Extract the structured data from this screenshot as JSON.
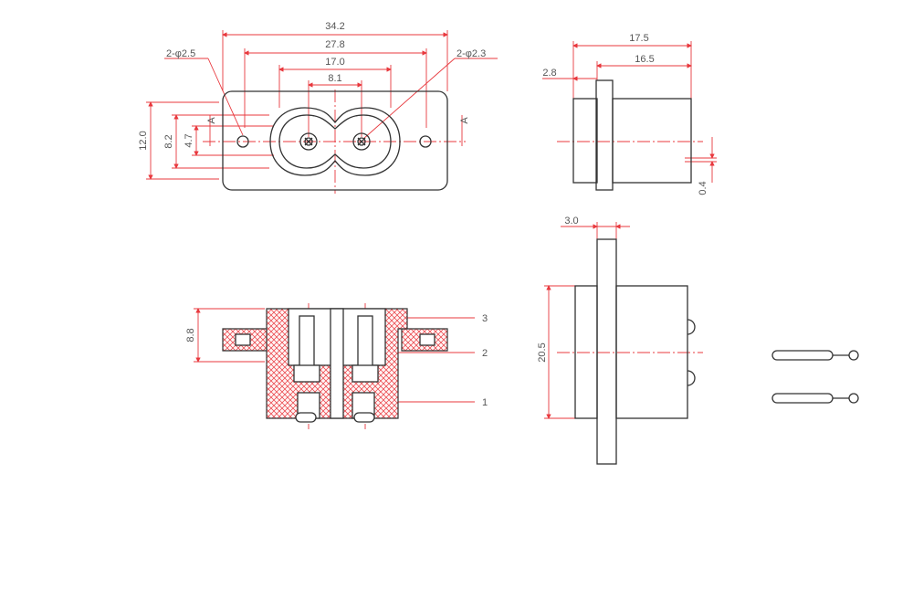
{
  "colors": {
    "outline": "#333333",
    "dimension": "#e8383d",
    "hatch": "#e8383d",
    "text": "#555555"
  },
  "front_view": {
    "dims_top": [
      "34.2",
      "27.8",
      "17.0",
      "8.1"
    ],
    "dims_left": [
      "12.0",
      "8.2",
      "4.7"
    ],
    "hole_left_callout": "2-φ2.5",
    "hole_right_callout": "2-φ2.3",
    "section_mark": "A"
  },
  "side_view": {
    "dims": [
      "17.5",
      "16.5",
      "2.8",
      "0.4"
    ]
  },
  "section_view": {
    "height_dim": "8.8",
    "callouts": [
      "3",
      "2",
      "1"
    ]
  },
  "top_side_view": {
    "dims": [
      "3.0",
      "20.5"
    ]
  }
}
